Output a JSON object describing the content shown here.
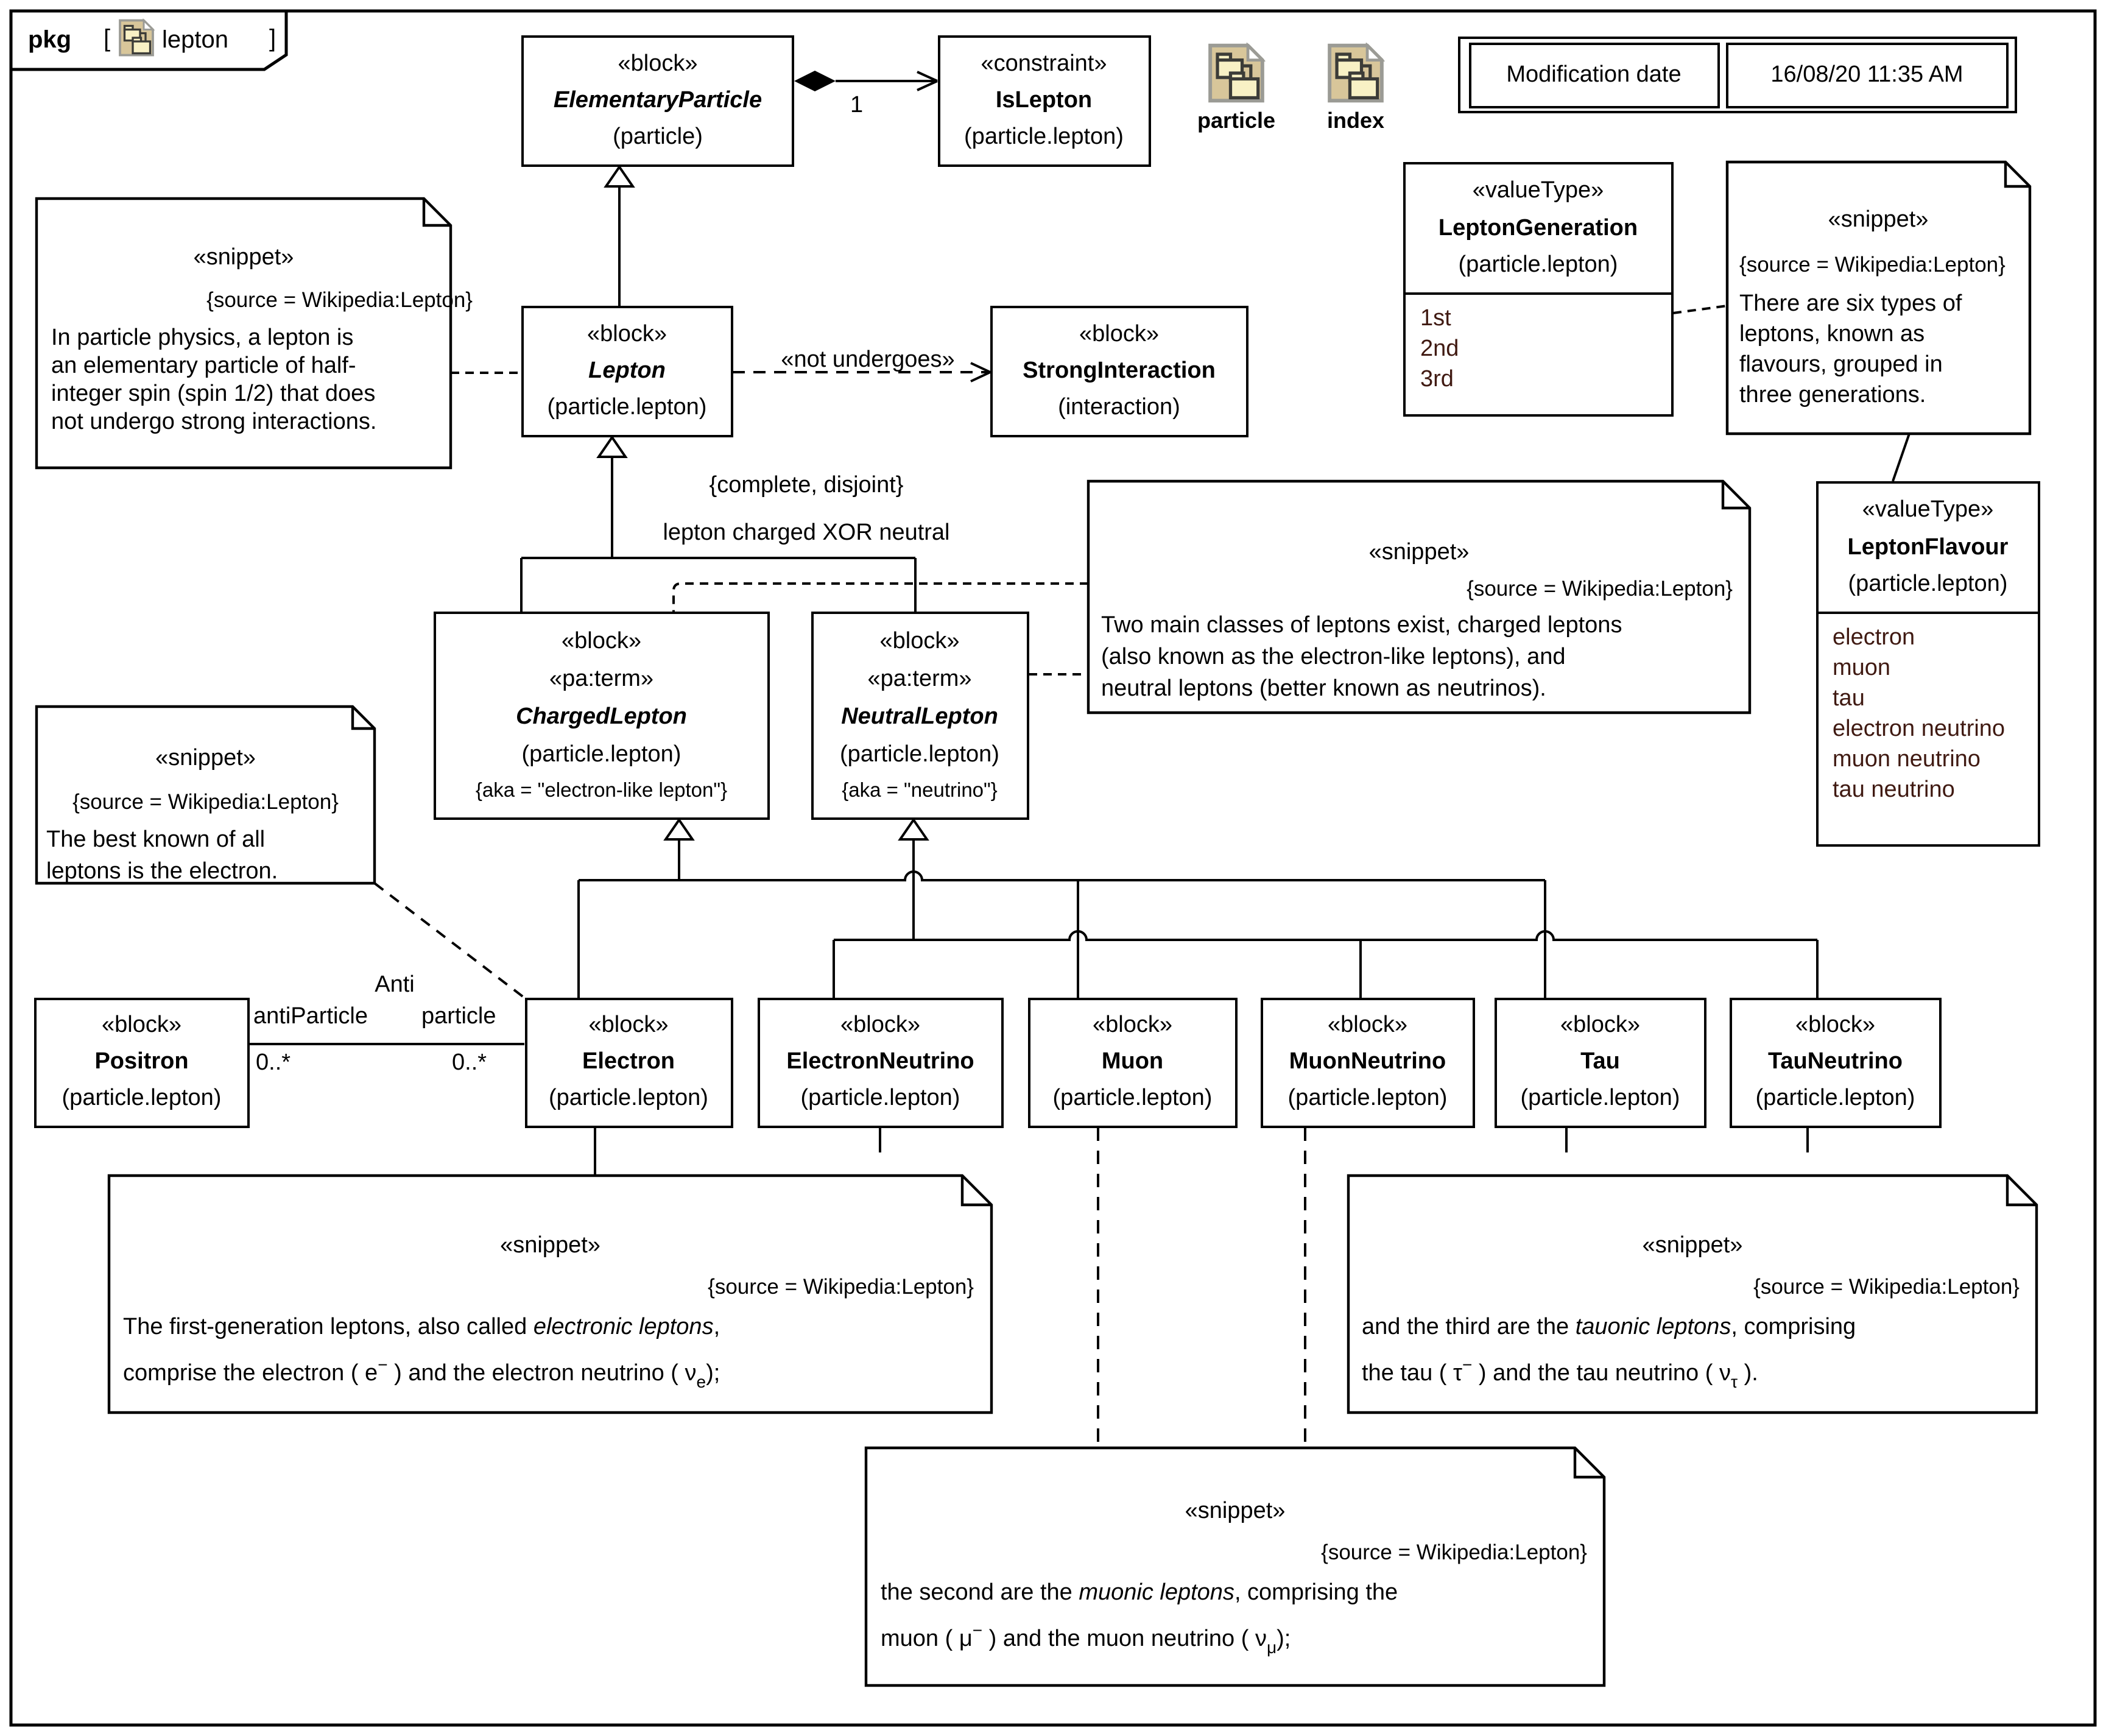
{
  "frame": {
    "kind": "pkg",
    "bracket_open": "[",
    "bracket_close": "]",
    "name": "lepton"
  },
  "header": {
    "particle_icon_label": "particle",
    "index_icon_label": "index",
    "mod_table": {
      "label": "Modification date",
      "value": "16/08/20 11:35 AM"
    }
  },
  "colors": {
    "icon_page": "#d8c69a",
    "icon_border": "#9b9b95",
    "icon_inner_fill": "#f8f1c5",
    "icon_inner_stroke": "#3c3c38",
    "enum_literal_text": "#401a12",
    "line": "#000000"
  },
  "blocks": {
    "elementary_particle": {
      "stereotype": "«block»",
      "name": "ElementaryParticle",
      "ns": "(particle)"
    },
    "is_lepton": {
      "stereotype": "«constraint»",
      "name": "IsLepton",
      "ns": "(particle.lepton)"
    },
    "lepton": {
      "stereotype": "«block»",
      "name": "Lepton",
      "ns": "(particle.lepton)"
    },
    "strong_interaction": {
      "stereotype": "«block»",
      "name": "StrongInteraction",
      "ns": "(interaction)"
    },
    "charged_lepton": {
      "stereotype": "«block»",
      "stereotype2": "«pa:term»",
      "name": "ChargedLepton",
      "ns": "(particle.lepton)",
      "aka": "{aka = \"electron-like lepton\"}"
    },
    "neutral_lepton": {
      "stereotype": "«block»",
      "stereotype2": "«pa:term»",
      "name": "NeutralLepton",
      "ns": "(particle.lepton)",
      "aka": "{aka = \"neutrino\"}"
    },
    "positron": {
      "stereotype": "«block»",
      "name": "Positron",
      "ns": "(particle.lepton)"
    },
    "electron": {
      "stereotype": "«block»",
      "name": "Electron",
      "ns": "(particle.lepton)"
    },
    "electron_neutrino": {
      "stereotype": "«block»",
      "name": "ElectronNeutrino",
      "ns": "(particle.lepton)"
    },
    "muon": {
      "stereotype": "«block»",
      "name": "Muon",
      "ns": "(particle.lepton)"
    },
    "muon_neutrino": {
      "stereotype": "«block»",
      "name": "MuonNeutrino",
      "ns": "(particle.lepton)"
    },
    "tau": {
      "stereotype": "«block»",
      "name": "Tau",
      "ns": "(particle.lepton)"
    },
    "tau_neutrino": {
      "stereotype": "«block»",
      "name": "TauNeutrino",
      "ns": "(particle.lepton)"
    }
  },
  "value_types": {
    "lepton_generation": {
      "stereotype": "«valueType»",
      "name": "LeptonGeneration",
      "ns": "(particle.lepton)",
      "literals": [
        "1st",
        "2nd",
        "3rd"
      ]
    },
    "lepton_flavour": {
      "stereotype": "«valueType»",
      "name": "LeptonFlavour",
      "ns": "(particle.lepton)",
      "literals": [
        "electron",
        "muon",
        "tau",
        "electron neutrino",
        "muon neutrino",
        "tau neutrino"
      ]
    }
  },
  "snippets": {
    "lepton_def": {
      "stereotype": "«snippet»",
      "source": "{source = Wikipedia:Lepton}",
      "lines": [
        "In particle physics, a lepton is",
        "an elementary particle of half-",
        "integer spin (spin 1/2) that does",
        "not undergo strong interactions."
      ]
    },
    "six_types": {
      "stereotype": "«snippet»",
      "source": "{source = Wikipedia:Lepton}",
      "lines": [
        "There are six types of",
        "leptons, known as",
        "flavours, grouped in",
        "three generations."
      ]
    },
    "two_classes": {
      "stereotype": "«snippet»",
      "source": "{source = Wikipedia:Lepton}",
      "lines": [
        "Two main classes of leptons exist, charged leptons",
        "(also known as the electron-like leptons), and",
        "neutral leptons (better known as neutrinos)."
      ]
    },
    "best_known": {
      "stereotype": "«snippet»",
      "source": "{source = Wikipedia:Lepton}",
      "lines": [
        "The best known of all",
        "leptons is the electron."
      ]
    },
    "first_gen": {
      "stereotype": "«snippet»",
      "source": "{source = Wikipedia:Lepton}",
      "l1a": "The first-generation leptons, also called ",
      "l1i": "electronic leptons",
      "l1b": ",",
      "l2a": "comprise the electron ( e",
      "l2sup": "−",
      "l2b": " ) and the electron neutrino ( ν",
      "l2sub": "e",
      "l2c": ");"
    },
    "second_gen": {
      "stereotype": "«snippet»",
      "source": "{source = Wikipedia:Lepton}",
      "l1a": "the second are the ",
      "l1i": "muonic leptons",
      "l1b": ", comprising the",
      "l2a": "muon ( μ",
      "l2sup": "−",
      "l2b": " ) and the muon neutrino ( ν",
      "l2sub": "μ",
      "l2c": ");"
    },
    "third_gen": {
      "stereotype": "«snippet»",
      "source": "{source = Wikipedia:Lepton}",
      "l1a": "and the third are the ",
      "l1i": "tauonic leptons",
      "l1b": ", comprising",
      "l2a": "the tau ( τ",
      "l2sup": "−",
      "l2b": " ) and the tau neutrino ( ν",
      "l2sub": "τ",
      "l2c": " )."
    }
  },
  "relations": {
    "one_label": "1",
    "not_undergoes": "«not undergoes»",
    "complete_disjoint": "{complete, disjoint}",
    "xor": "lepton charged XOR neutral",
    "anti": "Anti",
    "anti_particle_role": "antiParticle",
    "particle_role": "particle",
    "mult_left": "0..*",
    "mult_right": "0..*"
  }
}
